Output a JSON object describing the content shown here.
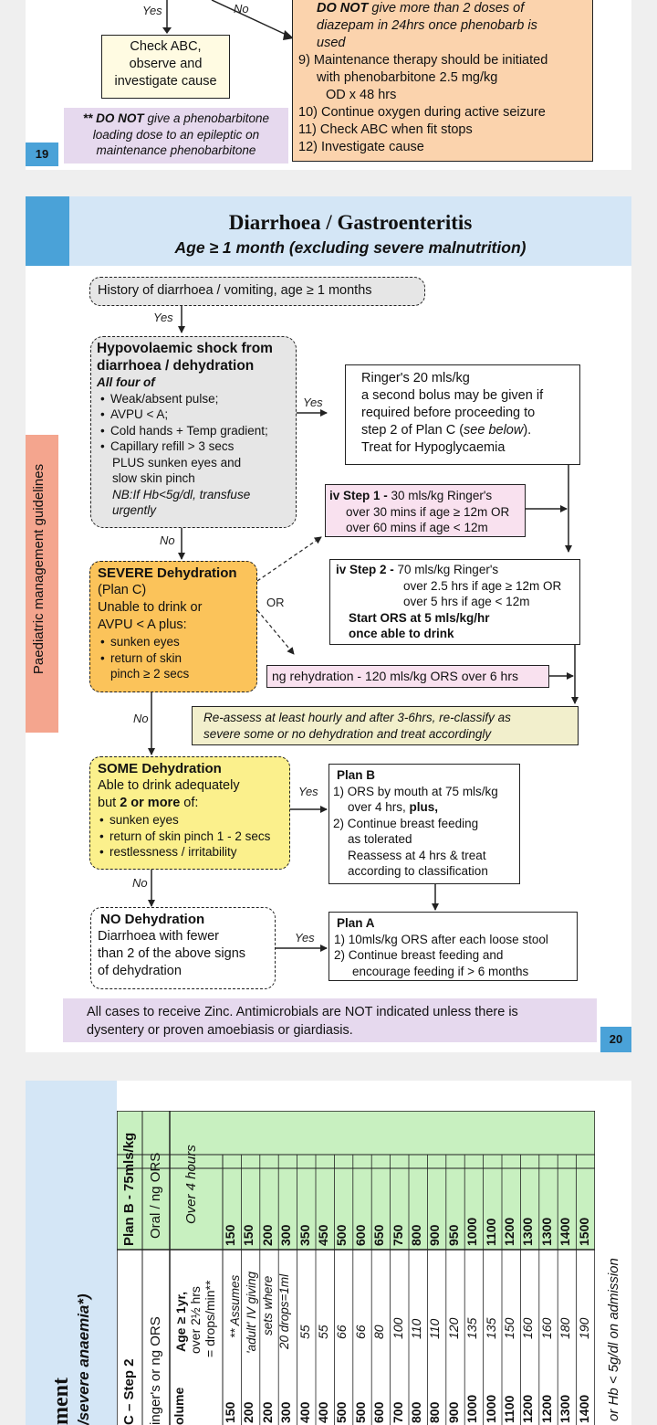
{
  "top": {
    "yes": "Yes",
    "no": "No",
    "check_abc": "Check ABC, observe and investigate cause",
    "note_prefix": "** DO NOT",
    "note_rest": " give a phenobarbitone loading dose to an epileptic on maintenance phenobarbitone",
    "orange_lines": [
      {
        "b": "DO NOT",
        "t": " give more than 2 doses of"
      },
      {
        "b": "",
        "t": "diazepam in 24hrs once phenobarb is"
      },
      {
        "b": "",
        "t": "used"
      }
    ],
    "step9": "9) Maintenance therapy should be initiated",
    "step9b": "with phenobarbitone 2.5 mg/kg",
    "step9c": "OD x 48 hrs",
    "step10": "10) Continue oxygen during active seizure",
    "step11": "11) Check ABC when fit stops",
    "step12": "12) Investigate cause",
    "page": "19"
  },
  "main": {
    "title": "Diarrhoea / Gastroenteritis",
    "subtitle": "Age ≥ 1 month (excluding severe malnutrition)",
    "sidebar": "Paediatric management guidelines",
    "history": "History of diarrhoea / vomiting, age ≥ 1 months",
    "yes": "Yes",
    "no": "No",
    "or": "OR",
    "shock": {
      "title1": "Hypovolaemic shock from",
      "title2": "diarrhoea / dehydration",
      "all": "All four of",
      "items": [
        "Weak/absent pulse;",
        "AVPU < A;",
        "Cold hands + Temp gradient;",
        "Capillary refill > 3 secs"
      ],
      "plus1": "PLUS sunken eyes and",
      "plus2": "slow skin pinch",
      "nb1": "NB:If Hb<5g/dl, transfuse",
      "nb2": "urgently"
    },
    "ringers": {
      "l1": "Ringer's 20 mls/kg",
      "l2": "a second bolus may be given if",
      "l3": "required before proceeding to",
      "l4a": "step 2 of Plan C (",
      "l4b": "see below",
      "l4c": ").",
      "l5": "Treat for Hypoglycaemia"
    },
    "iv1": {
      "head": "iv Step 1 -",
      "l1": " 30 mls/kg Ringer's",
      "l2": "over 30 mins if age ≥ 12m OR",
      "l3": "over 60 mins if age < 12m"
    },
    "iv2": {
      "head": "iv Step 2 -",
      "l1": " 70 mls/kg Ringer's",
      "l2": "over 2.5 hrs if age ≥ 12m OR",
      "l3": "over 5 hrs if age < 12m",
      "l4": "Start ORS at 5 mls/kg/hr",
      "l5": "once able to drink"
    },
    "severe": {
      "title": "SEVERE Dehydration",
      "plan": "(Plan C)",
      "l1": "Unable to drink or",
      "l2": "AVPU < A plus:",
      "items": [
        "sunken eyes",
        "return of skin"
      ],
      "last": "pinch ≥ 2 secs"
    },
    "ng": "ng rehydration - 120 mls/kg ORS over 6 hrs",
    "reassess1": "Re-assess at least hourly and after 3-6hrs, re-classify as",
    "reassess2": "severe some or no dehydration and treat accordingly",
    "some": {
      "title": "SOME Dehydration",
      "l1": "Able to drink adequately",
      "l2a": "but ",
      "l2b": "2 or more",
      "l2c": " of:",
      "items": [
        "sunken eyes",
        "return of skin pinch 1 - 2 secs",
        "restlessness / irritability"
      ]
    },
    "planb": {
      "title": "Plan B",
      "l1": "1) ORS by mouth at 75 mls/kg",
      "l2a": "over 4 hrs, ",
      "l2b": "plus,",
      "l3": "2) Continue breast feeding",
      "l4": "as tolerated",
      "l5": "Reassess at 4 hrs & treat",
      "l6": "according to classification"
    },
    "none": {
      "title": "NO Dehydration",
      "l1": "Diarrhoea with fewer",
      "l2": "than 2 of the above signs",
      "l3": "of dehydration"
    },
    "plana": {
      "title": "Plan A",
      "l1": "1) 10mls/kg ORS after each loose stool",
      "l2": "2) Continue breast feeding and",
      "l3": "encourage feeding if > 6 months"
    },
    "zinc1": "All cases to receive Zinc. Antimicrobials are NOT indicated unless there is",
    "zinc2": "dysentery or proven amoebiasis or giardiasis.",
    "page": "20"
  },
  "table": {
    "heading1": "ment",
    "heading2": "/severe anaemia*)",
    "planb_head": "Plan B - 75mls/kg",
    "oral": "Oral / ng ORS",
    "over4": "Over 4 hours",
    "planb_values": [
      "150",
      "150",
      "200",
      "300",
      "350",
      "450",
      "500",
      "600",
      "650",
      "750",
      "800",
      "900",
      "950",
      "1000",
      "1100",
      "1200",
      "1300",
      "1300",
      "1400",
      "1500"
    ],
    "stepc": "C – Step 2",
    "ringers_or": "inger's or ng ORS",
    "volume": "olume",
    "age_head1": "Age ≥ 1yr,",
    "age_head2": "over 2½ hrs",
    "age_head3": "= drops/min**",
    "assumes1": "** Assumes",
    "assumes2": "'adult' IV giving",
    "assumes3": "sets where",
    "assumes4": "20 drops=1ml",
    "drops": [
      "55",
      "55",
      "66",
      "66",
      "80",
      "100",
      "110",
      "110",
      "120",
      "135",
      "135",
      "150",
      "160",
      "160",
      "180",
      "190"
    ],
    "volumes": [
      "150",
      "200",
      "200",
      "300",
      "400",
      "400",
      "500",
      "500",
      "600",
      "700",
      "800",
      "800",
      "900",
      "1000",
      "1000",
      "1100",
      "1200",
      "1200",
      "1300",
      "1400"
    ],
    "footnote": "or  Hb < 5g/dl on admission"
  }
}
